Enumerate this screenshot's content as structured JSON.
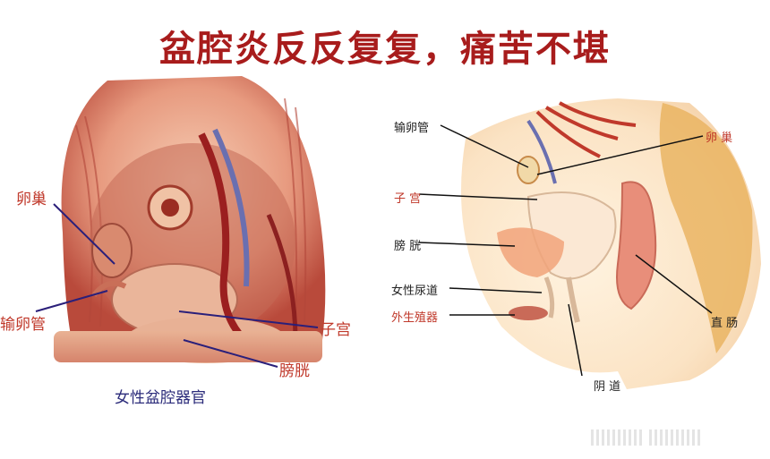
{
  "title": "盆腔炎反反复复，痛苦不堪",
  "colors": {
    "title": "#a81c1c",
    "red_label": "#c0392b",
    "dark_label": "#222222",
    "left_line": "#2a1f7a",
    "caption": "#2b2b7a"
  },
  "left_diagram": {
    "labels": {
      "ovary": "卵巢",
      "fallopian_tube": "输卵管",
      "uterus": "子宫",
      "bladder": "膀胱"
    },
    "caption": "女性盆腔器官"
  },
  "right_diagram": {
    "labels": {
      "fallopian_tube": "输卵管",
      "ovary": "卵 巢",
      "uterus": "子 宫",
      "bladder": "膀 胱",
      "urethra": "女性尿道",
      "external_genitalia": "外生殖器",
      "rectum": "直 肠",
      "vagina": "阴 道"
    }
  }
}
